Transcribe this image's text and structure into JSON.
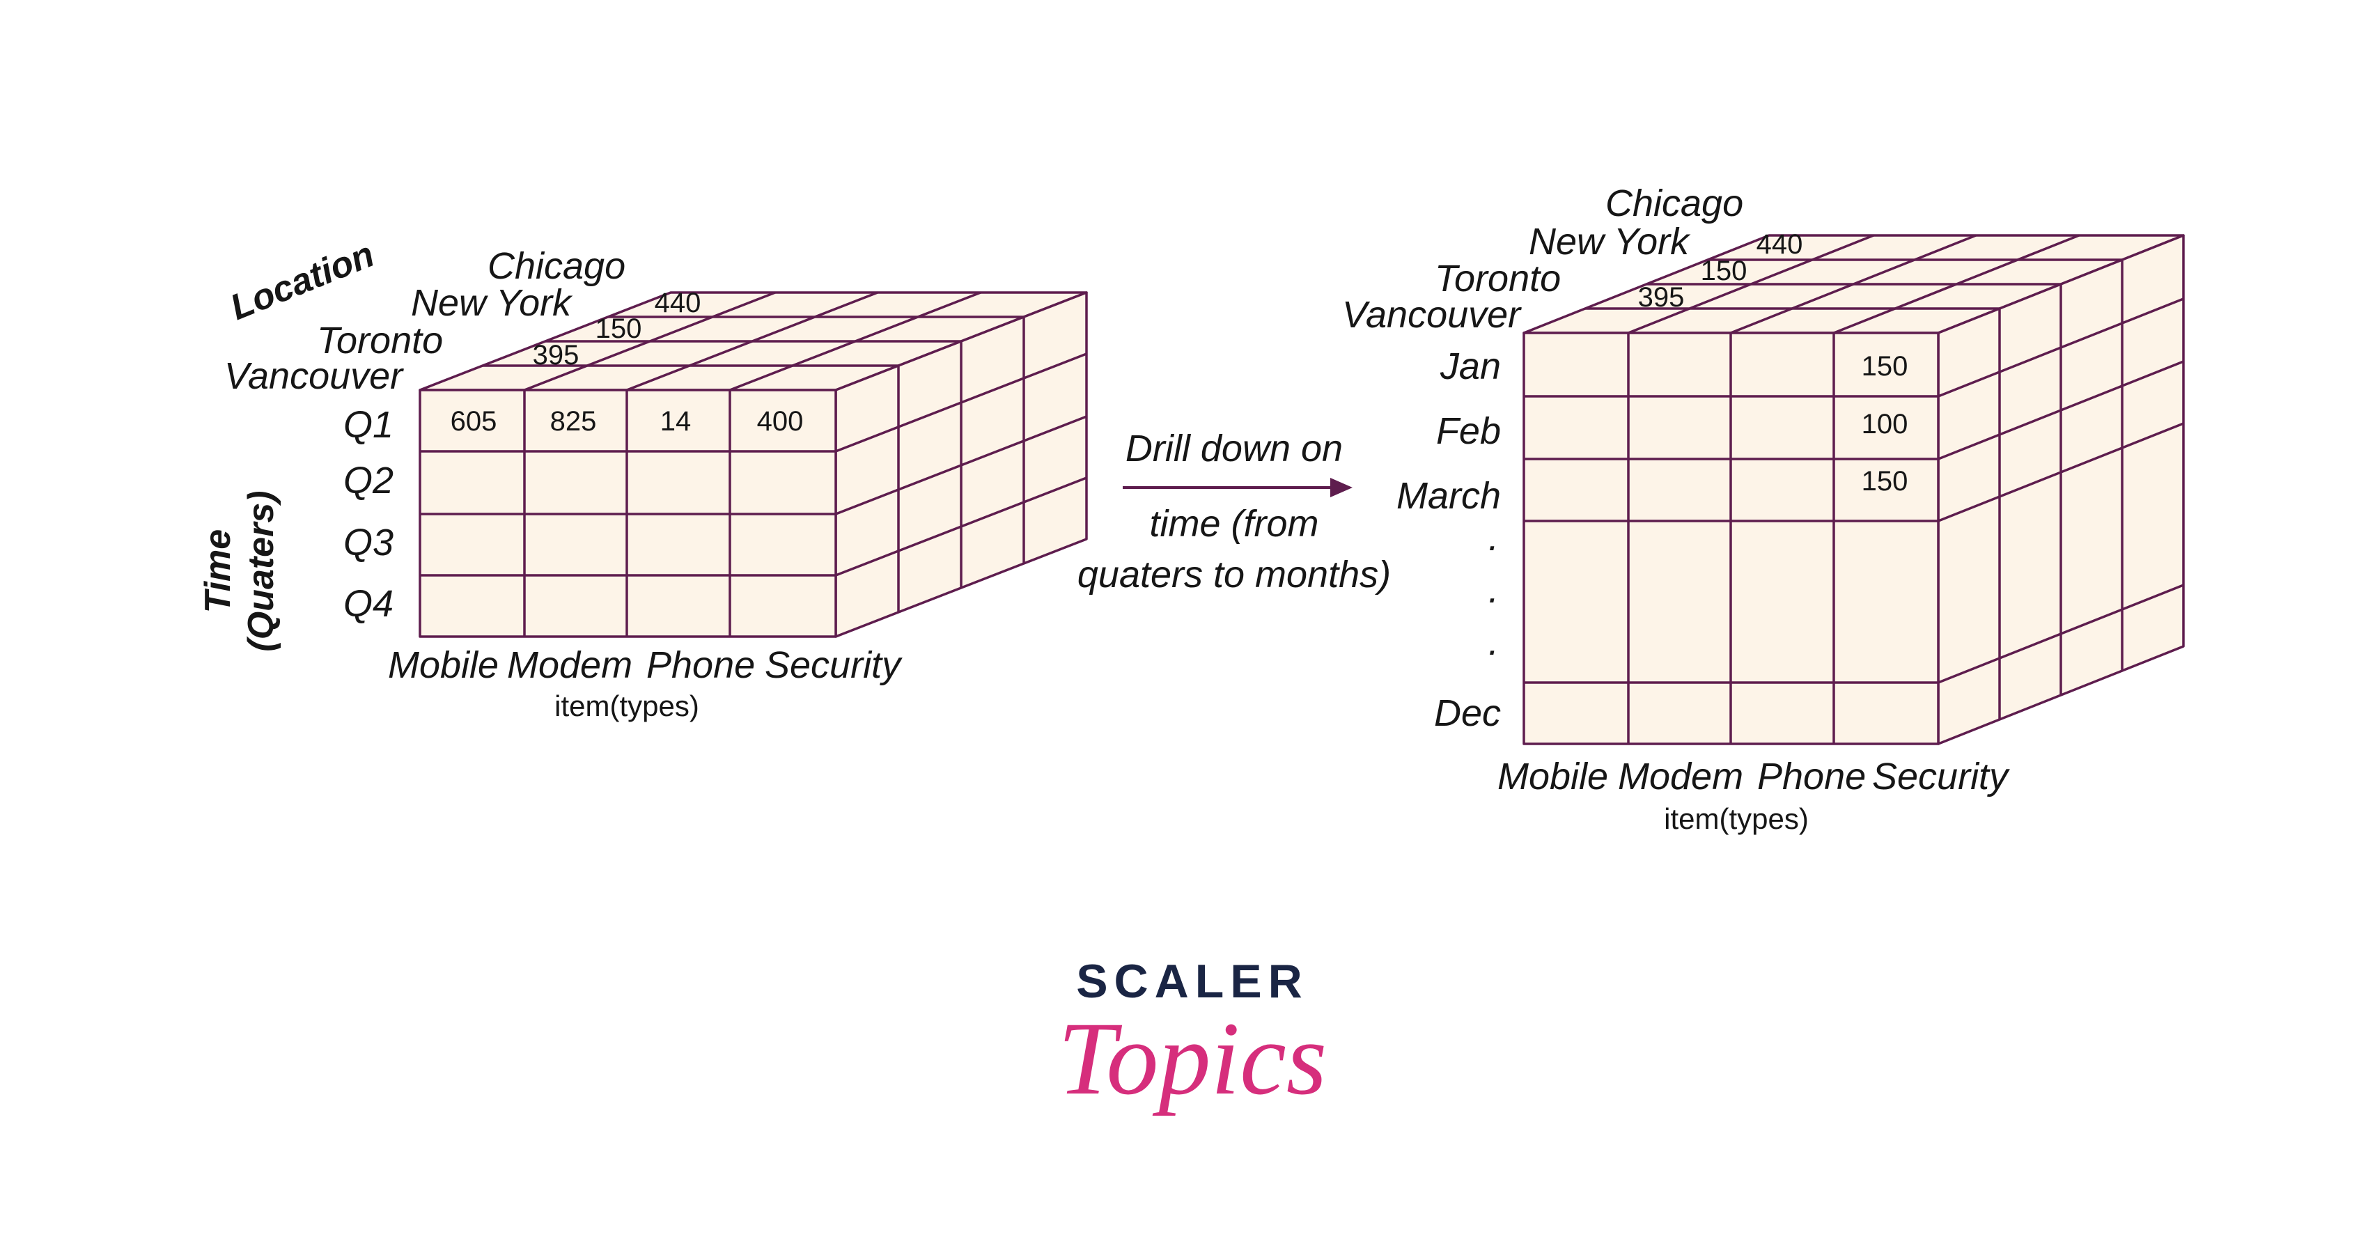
{
  "left_cube": {
    "location_axis_title": "Location",
    "time_axis_title_line1": "Time",
    "time_axis_title_line2": "(Quaters)",
    "locations": [
      "Chicago",
      "New York",
      "Toronto",
      "Vancouver"
    ],
    "quarters": [
      "Q1",
      "Q2",
      "Q3",
      "Q4"
    ],
    "items": [
      "Mobile",
      "Modem",
      "Phone",
      "Security"
    ],
    "item_axis_title": "item(types)",
    "front_values": [
      "605",
      "825",
      "14",
      "400"
    ],
    "depth_values": [
      "395",
      "150",
      "440"
    ]
  },
  "arrow_caption": {
    "line1": "Drill down on",
    "line2": "time (from",
    "line3": "quaters to months)"
  },
  "right_cube": {
    "locations": [
      "Chicago",
      "New York",
      "Toronto",
      "Vancouver"
    ],
    "months": [
      "Jan",
      "Feb",
      "March",
      ".",
      ".",
      ".",
      "Dec"
    ],
    "items": [
      "Mobile",
      "Modem",
      "Phone",
      "Security"
    ],
    "item_axis_title": "item(types)",
    "security_values": [
      "150",
      "100",
      "150"
    ],
    "depth_values": [
      "395",
      "150",
      "440"
    ]
  },
  "logo": {
    "top": "SCALER",
    "bottom": "Topics"
  },
  "colors": {
    "line": "#5e1d4e",
    "cell_fill": "#fdf4e8",
    "arrow": "#5e1d4e",
    "logo_navy": "#1a2544",
    "logo_pink": "#d62e7c"
  }
}
